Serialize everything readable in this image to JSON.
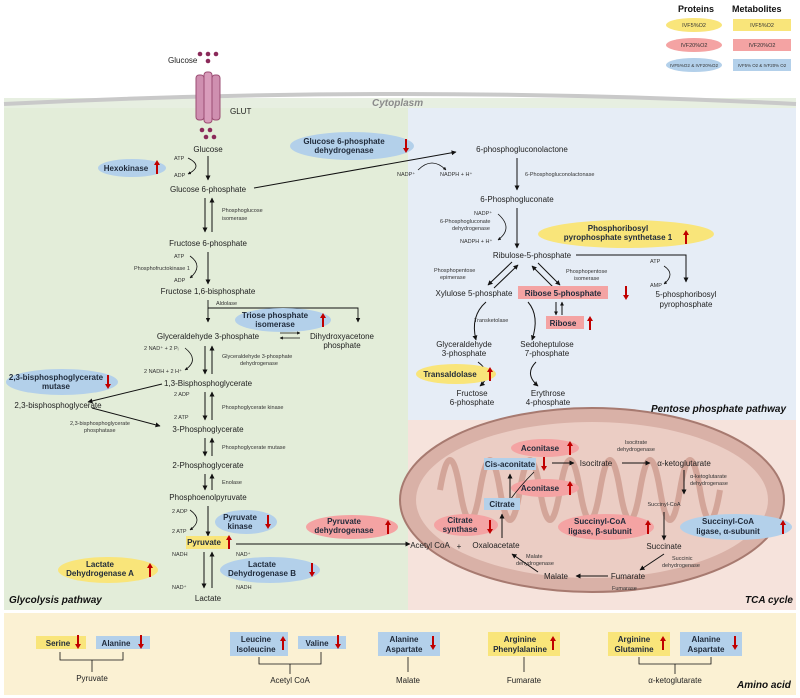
{
  "legend": {
    "proteins": "Proteins",
    "metabolites": "Metabolites",
    "ivf_5": "IVF5%O2",
    "ivf_20": "IVF20%O2",
    "ivf_both": "IVF5%O2 & IVF20%O2",
    "ivf_5_met": "IVF5%O2",
    "ivf_20_met": "IVF20%O2",
    "ivf_both_met": "IVF5% O2 & IVF20% O2"
  },
  "colors": {
    "yellow": "#f9e57a",
    "pink": "#f4a3a3",
    "blue": "#b3d0ea",
    "up_arrow": "#c00000"
  },
  "regions": {
    "cytoplasm": "Cytoplasm",
    "glycolysis": "Glycolysis pathway",
    "ppp": "Pentose phosphate pathway",
    "tca": "TCA cycle",
    "amino": "Amino acid"
  },
  "glut": {
    "glucose_out": "Glucose",
    "transporter": "GLUT"
  },
  "glycolysis": {
    "glucose": "Glucose",
    "atp1": "ATP",
    "adp1": "ADP",
    "hexokinase": "Hexokinase",
    "g6p": "Glucose 6-phosphate",
    "pgi": "Phosphoglucose isomerase",
    "f6p": "Fructose 6-phosphate",
    "atp2": "ATP",
    "adp2": "ADP",
    "pfk": "Phosphofructokinase 1",
    "f16bp": "Fructose 1,6-bisphosphate",
    "aldolase": "Aldolase",
    "tpi": "Triose phosphate isomerase",
    "g3p": "Glyceraldehyde 3-phosphate",
    "dhap": "Dihydroxyacetone phosphate",
    "nad": "2 NAD⁺ + 2 Pᵢ",
    "nadh": "2 NADH + 2 H⁺",
    "gapdh": "Glyceraldehyde 3-phosphate dehydrogenase",
    "bpgm": "2,3-bisphosphoglycerate mutase",
    "bpg13": "1,3-Bisphosphoglycerate",
    "bpg23": "2,3-bisphosphoglycerate",
    "adp3": "2 ADP",
    "atp3": "2 ATP",
    "pgk": "Phosphoglycerate kinase",
    "bpgp": "2,3-bisphosphoglycerate phosphatase",
    "pg3": "3-Phosphoglycerate",
    "pgm": "Phosphoglycerate mutase",
    "pg2": "2-Phosphoglycerate",
    "enolase": "Enolase",
    "pep": "Phosphoenolpyruvate",
    "adp4": "2 ADP",
    "atp4": "2 ATP",
    "pk": "Pyruvate kinase",
    "pyruvate": "Pyruvate",
    "nadh2": "NADH",
    "nad2": "NAD⁺",
    "ldha": "Lactate Dehydrogenase A",
    "ldhb": "Lactate Dehydrogenase B",
    "nad3": "NAD⁺",
    "nadh3": "NADH",
    "lactate": "Lactate",
    "pdh": "Pyruvate dehydrogenase"
  },
  "ppp": {
    "g6pdh": "Glucose 6-phosphate dehydrogenase",
    "nadp": "NADP⁺",
    "nadph": "NADPH + H⁺",
    "pgl": "6-phosphogluconolactone",
    "lactonase": "6-Phosphogluconolactonase",
    "pgluconate": "6-Phosphogluconate",
    "nadp2": "NADP⁺",
    "pgd": "6-Phosphogluconate dehydrogenase",
    "nadph2": "NADPH + H⁺",
    "prps": "Phosphoribosyl pyrophosphate synthetase 1",
    "ru5p": "Ribulose-5-phosphate",
    "epimerase": "Phosphopentose epimerase",
    "isomerase": "Phosphopentose isomerase",
    "xu5p": "Xylulose 5-phosphate",
    "r5p": "Ribose 5-phosphate",
    "ribose": "Ribose",
    "atp": "ATP",
    "amp": "AMP",
    "prpp": "5-phosphoribosyl pyrophosphate",
    "transketolase": "Transketolase",
    "gap": "Glyceraldehyde 3-phosphate",
    "s7p": "Sedoheptulose 7-phosphate",
    "transaldolase": "Transaldolase",
    "f6p": "Fructose 6-phosphate",
    "e4p": "Erythrose 4-phosphate"
  },
  "tca": {
    "aconitase1": "Aconitase",
    "cisaconitate": "Cis-aconitate",
    "isocitrate": "Isocitrate",
    "idh": "Isocitrate dehydrogenase",
    "akg": "α-ketoglutarate",
    "aconitase2": "Aconitase",
    "akgdh": "α-ketoglutarate dehydrogenase",
    "citrate": "Citrate",
    "succoa": "Succinyl-CoA",
    "cs": "Citrate synthase",
    "scs_beta": "Succinyl-CoA ligase, β-subunit",
    "scs_alpha": "Succinyl-CoA ligase, α-subunit",
    "acetylcoa": "Acetyl CoA",
    "plus": "+",
    "oaa": "Oxaloacetate",
    "succinate": "Succinate",
    "mdh": "Malate dehydrogenase",
    "sdh": "Succinic dehydrogenase",
    "malate": "Malate",
    "fumarate": "Fumarate",
    "fumarase": "Fumarase"
  },
  "amino": {
    "serine": "Serine",
    "alanine": "Alanine",
    "pyruvate": "Pyruvate",
    "leucine": "Leucine",
    "isoleucine": "Isoleucine",
    "valine": "Valine",
    "acetylcoa": "Acetyl CoA",
    "alanine2": "Alanine",
    "aspartate": "Aspartate",
    "malate": "Malate",
    "arginine": "Arginine",
    "phenylalanine": "Phenylalanine",
    "fumarate": "Fumarate",
    "arginine2": "Arginine",
    "glutamine": "Glutamine",
    "alanine3": "Alanine",
    "aspartate2": "Aspartate",
    "akg": "α-ketoglutarate"
  }
}
